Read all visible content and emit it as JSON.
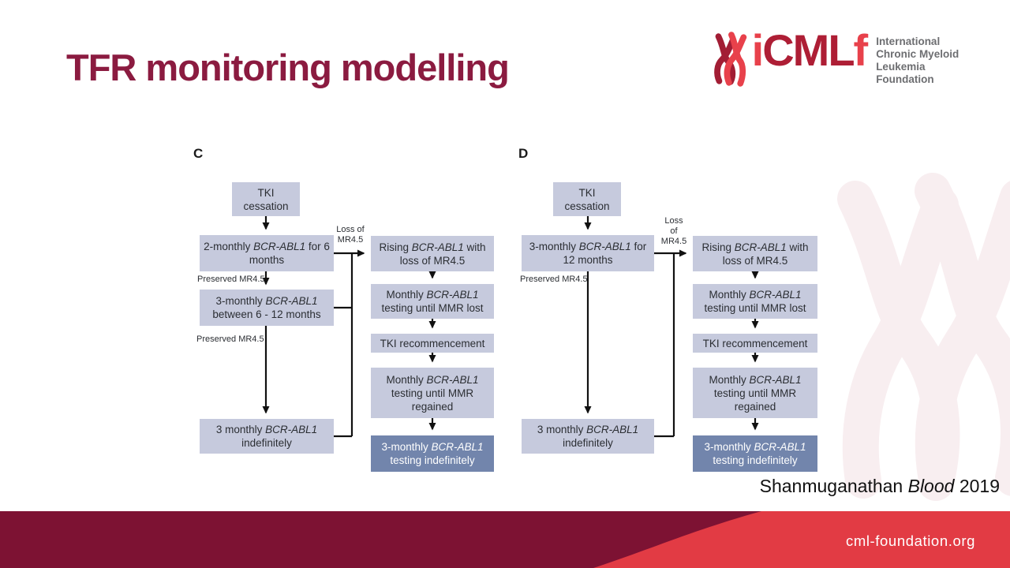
{
  "slide": {
    "title": "TFR monitoring modelling",
    "citation": {
      "pre": "Shanmuganathan ",
      "journal": "Blood",
      "post": " 2019"
    },
    "footer": {
      "url": "cml-foundation.org"
    }
  },
  "logo": {
    "i": "i",
    "cml": "CML",
    "f": "f",
    "subtitle": "International\nChronic Myeloid Leukemia\nFoundation"
  },
  "colors": {
    "title_maroon": "#8B1B40",
    "footer_maroon": "#7D1233",
    "accent_red": "#E23B44",
    "logo_bright_red": "#E8414B",
    "logo_dark_red": "#AE1E35",
    "logo_gray": "#6D6E71",
    "box_light": "#C6CADD",
    "box_dark": "#7285AC",
    "watermark_pink": "#F8EEF0",
    "connector_black": "#111111"
  },
  "diagram_c": {
    "label": "C",
    "tki": {
      "pre": "TKI cessation",
      "it": "",
      "post": ""
    },
    "m1": {
      "pre": "2-monthly ",
      "it": "BCR-ABL1",
      "post": " for 6 months"
    },
    "m2": {
      "pre": "3-monthly ",
      "it": "BCR-ABL1",
      "post": " between 6 - 12 months"
    },
    "inf": {
      "pre": "3 monthly ",
      "it": "BCR-ABL1",
      "post": " indefinitely"
    },
    "rising": {
      "pre": "Rising ",
      "it": "BCR-ABL1",
      "post": " with loss of MR4.5"
    },
    "mmr_lost": {
      "pre": "Monthly ",
      "it": "BCR-ABL1",
      "post": " testing until MMR lost"
    },
    "recommence": {
      "pre": "TKI recommencement",
      "it": "",
      "post": ""
    },
    "regained": {
      "pre": "Monthly ",
      "it": "BCR-ABL1",
      "post": " testing until MMR regained"
    },
    "indef_dark": {
      "pre": "3-monthly ",
      "it": "BCR-ABL1",
      "post": " testing indefinitely"
    },
    "loss_label": "Loss of\nMR4.5",
    "preserved1": "Preserved MR4.5",
    "preserved2": "Preserved MR4.5"
  },
  "diagram_d": {
    "label": "D",
    "tki": {
      "pre": "TKI cessation",
      "it": "",
      "post": ""
    },
    "m1": {
      "pre": "3-monthly ",
      "it": "BCR-ABL1",
      "post": " for 12 months"
    },
    "inf": {
      "pre": "3 monthly ",
      "it": "BCR-ABL1",
      "post": " indefinitely"
    },
    "rising": {
      "pre": "Rising ",
      "it": "BCR-ABL1",
      "post": " with loss of MR4.5"
    },
    "mmr_lost": {
      "pre": "Monthly ",
      "it": "BCR-ABL1",
      "post": " testing until MMR lost"
    },
    "recommence": {
      "pre": "TKI recommencement",
      "it": "",
      "post": ""
    },
    "regained": {
      "pre": "Monthly ",
      "it": "BCR-ABL1",
      "post": " testing until MMR regained"
    },
    "indef_dark": {
      "pre": "3-monthly ",
      "it": "BCR-ABL1",
      "post": " testing indefinitely"
    },
    "loss_label": "Loss\nof\nMR4.5",
    "preserved1": "Preserved MR4.5"
  }
}
